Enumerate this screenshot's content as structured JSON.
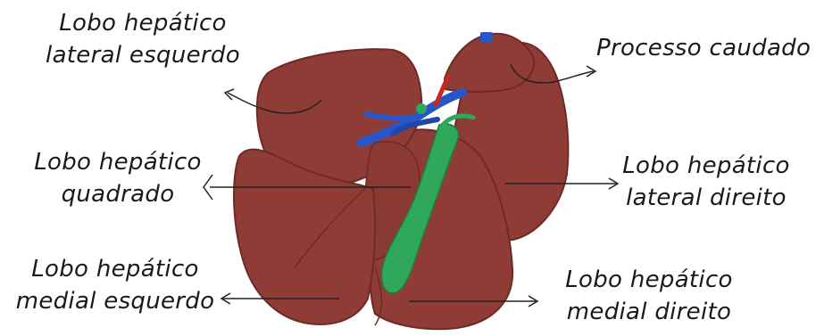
{
  "labels": {
    "lateral_esquerdo": [
      "Lobo hepático",
      "lateral esquerdo"
    ],
    "quadrado": [
      "Lobo hepático",
      "quadrado"
    ],
    "medial_esquerdo": [
      "Lobo hepático",
      "medial esquerdo"
    ],
    "caudado": [
      "Processo caudado"
    ],
    "lateral_direito": [
      "Lobo hepático",
      "lateral direito"
    ],
    "medial_direito": [
      "Lobo hepático",
      "medial direito"
    ]
  },
  "colors": {
    "liver": "#8e3c35",
    "liver_dark": "#6e2a25",
    "gallbladder": "#2fa85a",
    "vessel_blue": "#2856c8",
    "vessel_red": "#c8281e",
    "line": "#222222"
  }
}
